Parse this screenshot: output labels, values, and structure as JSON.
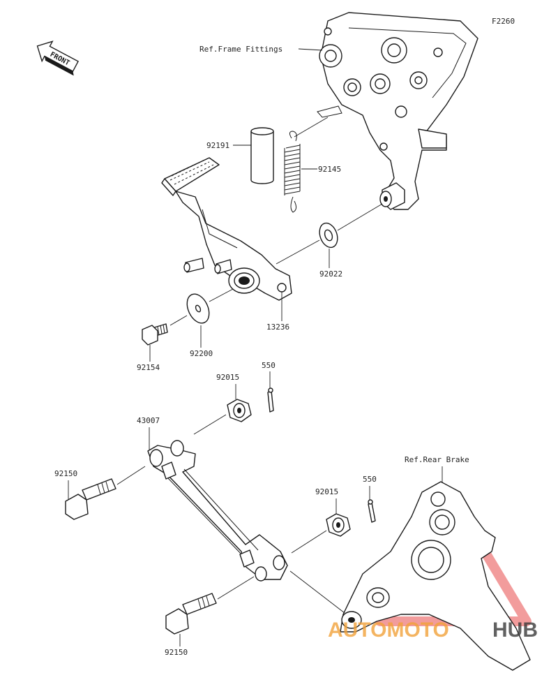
{
  "diagram_code": "F2260",
  "front_arrow_text": "FRONT",
  "callouts": {
    "ref_frame": "Ref.Frame Fittings",
    "p92191": "92191",
    "p92145": "92145",
    "p92022": "92022",
    "p13236": "13236",
    "p92200": "92200",
    "p92154": "92154",
    "p92015_a": "92015",
    "p550_a": "550",
    "p43007": "43007",
    "p92150_a": "92150",
    "ref_rear_brake": "Ref.Rear Brake",
    "p550_b": "550",
    "p92015_b": "92015",
    "p92150_b": "92150"
  },
  "watermark": {
    "text_a": "AUTOMOTO",
    "text_b": "HUB",
    "color_a": "#f2a23a",
    "color_b": "#3a3a3a",
    "triangle_color": "#e84a4a"
  }
}
